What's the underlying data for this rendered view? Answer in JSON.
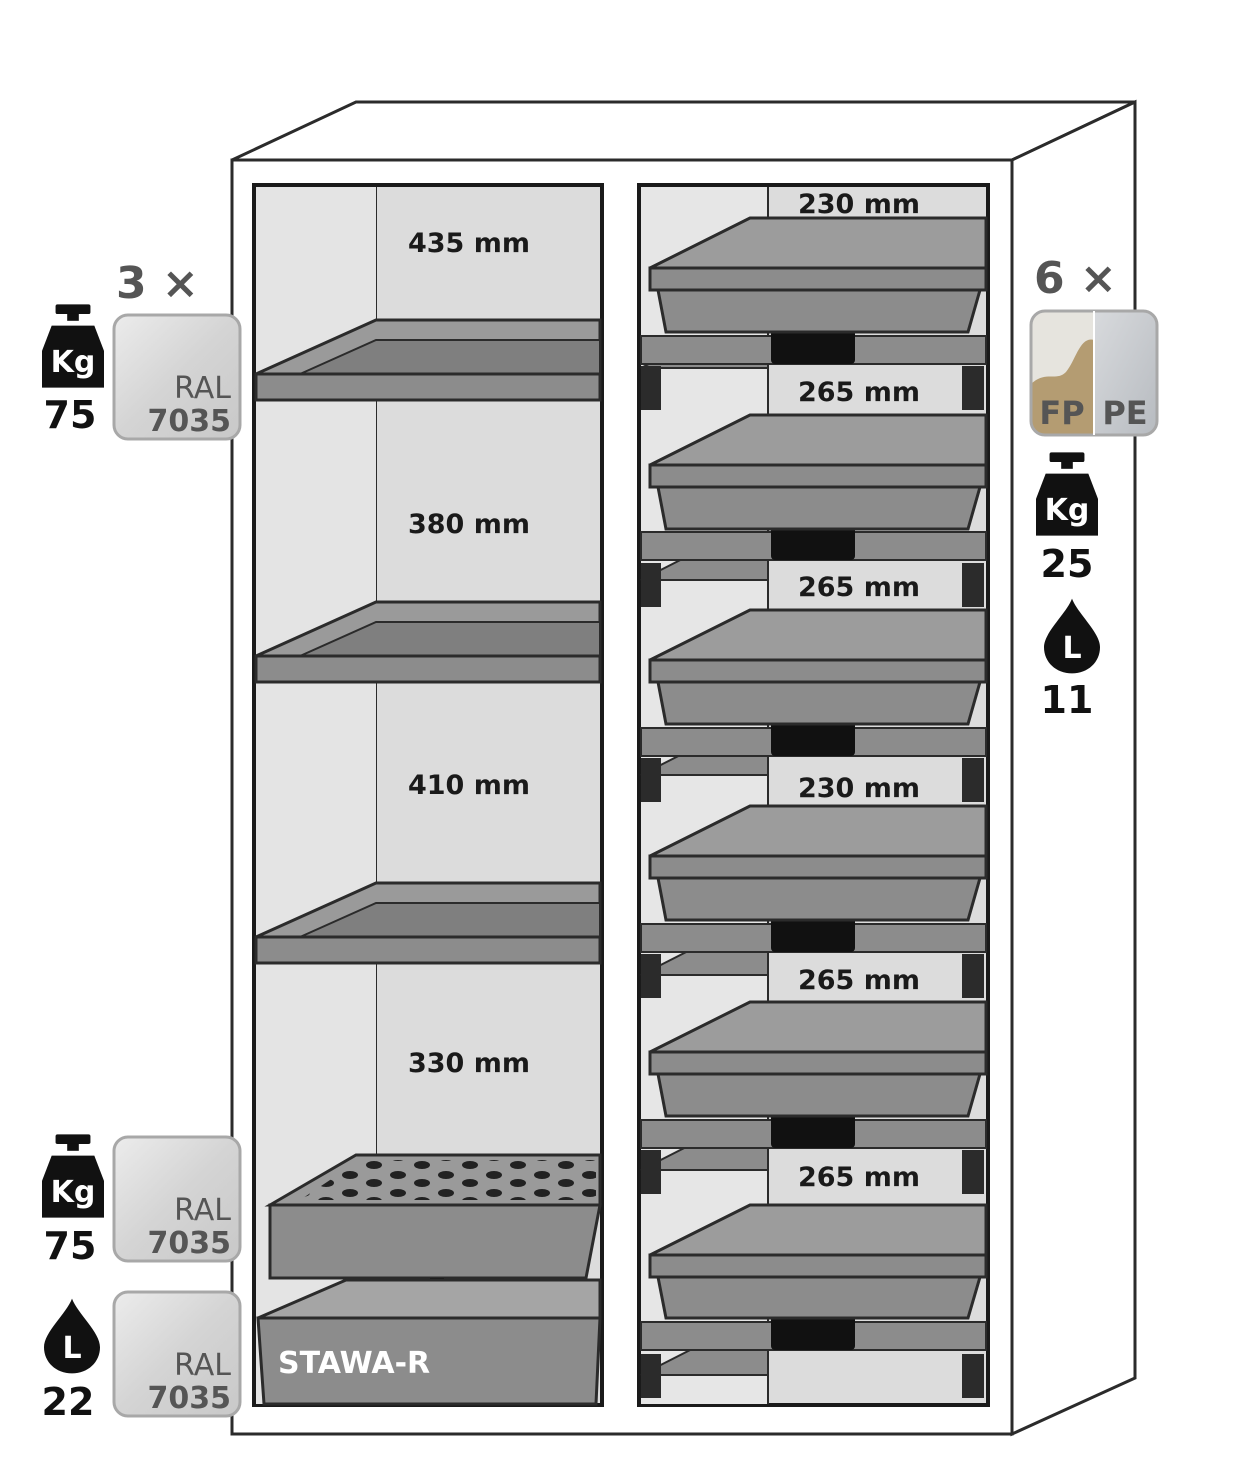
{
  "colors": {
    "outline": "#2b2b2b",
    "interior": "#dcdcdc",
    "shelf_gray": "#8c8c8c",
    "badge_gray": "#d2d2d2",
    "fp_tan": "#b49c72",
    "pe_silver": "#c9ccd0"
  },
  "left_compartment": {
    "count_label": "3 ×",
    "weight_kg": "75",
    "ral_label": "RAL",
    "ral_code": "7035",
    "heights": [
      "435 mm",
      "380 mm",
      "410 mm",
      "330 mm"
    ]
  },
  "bottom_features": {
    "insert_weight_kg": "75",
    "insert_ral_label": "RAL",
    "insert_ral_code": "7035",
    "sump_volume_l": "22",
    "sump_ral_label": "RAL",
    "sump_ral_code": "7035",
    "sump_name": "STAWA-R"
  },
  "right_compartment": {
    "count_label": "6 ×",
    "material_fp": "FP",
    "material_pe": "PE",
    "weight_kg": "25",
    "volume_l": "11",
    "heights": [
      "230 mm",
      "265 mm",
      "265 mm",
      "230 mm",
      "265 mm",
      "265 mm"
    ]
  },
  "icons": {
    "weight": "weight-kg-icon",
    "liquid": "liquid-drop-icon",
    "arrow": "arrow-down-icon"
  },
  "icon_text": {
    "kg": "Kg",
    "l": "L"
  }
}
